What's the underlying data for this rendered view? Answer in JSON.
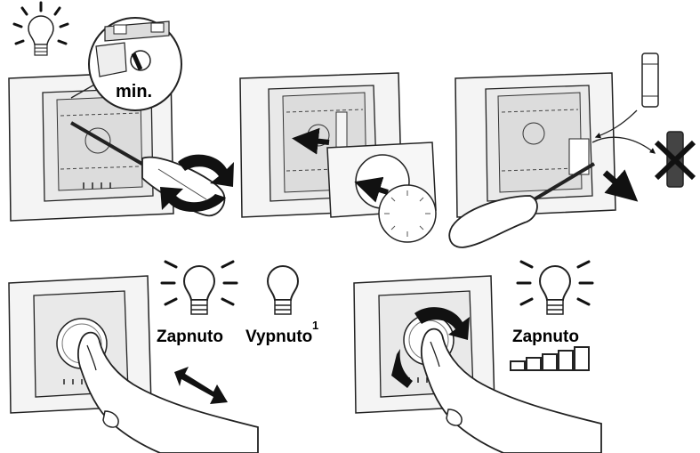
{
  "panels": [
    {
      "id": "step-1",
      "label": "min."
    },
    {
      "id": "step-2"
    },
    {
      "id": "step-3"
    },
    {
      "id": "step-4",
      "labels": {
        "on": "Zapnuto",
        "off": "Vypnuto",
        "footnote": "1"
      }
    },
    {
      "id": "step-5",
      "labels": {
        "on": "Zapnuto"
      }
    }
  ],
  "colors": {
    "line": "#222222",
    "fill": "#f4f4f4",
    "accent": "#111111"
  },
  "icons": [
    "lightbulb-on-icon",
    "lightbulb-off-icon",
    "screwdriver-icon",
    "fuse-icon",
    "rotate-arrow-icon",
    "finger-hand-icon",
    "level-bars-icon"
  ]
}
